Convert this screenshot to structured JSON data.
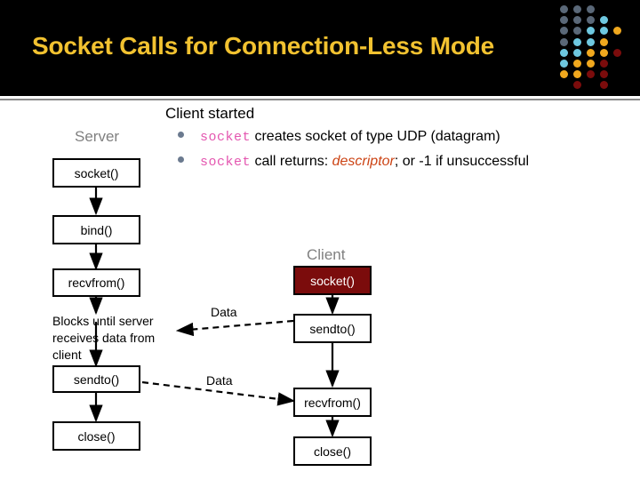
{
  "slide": {
    "title": "Socket Calls for Connection-Less Mode",
    "title_color": "#f2c230",
    "banner_color": "#000000",
    "rule_color": "#8a8a8a"
  },
  "decoration": {
    "name": "dot-grid",
    "colors": {
      "slate": "#5a6878",
      "cyan": "#6ec8e0",
      "amber": "#f0a81e",
      "maroon": "#7b0c0c"
    },
    "dots": [
      {
        "c": 0,
        "r": 0,
        "k": "slate"
      },
      {
        "c": 1,
        "r": 0,
        "k": "slate"
      },
      {
        "c": 2,
        "r": 0,
        "k": "slate"
      },
      {
        "c": 0,
        "r": 1,
        "k": "slate"
      },
      {
        "c": 1,
        "r": 1,
        "k": "slate"
      },
      {
        "c": 2,
        "r": 1,
        "k": "slate"
      },
      {
        "c": 3,
        "r": 1,
        "k": "cyan"
      },
      {
        "c": 0,
        "r": 2,
        "k": "slate"
      },
      {
        "c": 1,
        "r": 2,
        "k": "slate"
      },
      {
        "c": 2,
        "r": 2,
        "k": "cyan"
      },
      {
        "c": 3,
        "r": 2,
        "k": "cyan"
      },
      {
        "c": 4,
        "r": 2,
        "k": "amber"
      },
      {
        "c": 0,
        "r": 3,
        "k": "slate"
      },
      {
        "c": 1,
        "r": 3,
        "k": "cyan"
      },
      {
        "c": 2,
        "r": 3,
        "k": "cyan"
      },
      {
        "c": 3,
        "r": 3,
        "k": "amber"
      },
      {
        "c": 0,
        "r": 4,
        "k": "cyan"
      },
      {
        "c": 1,
        "r": 4,
        "k": "cyan"
      },
      {
        "c": 2,
        "r": 4,
        "k": "amber"
      },
      {
        "c": 3,
        "r": 4,
        "k": "amber"
      },
      {
        "c": 4,
        "r": 4,
        "k": "maroon"
      },
      {
        "c": 0,
        "r": 5,
        "k": "cyan"
      },
      {
        "c": 1,
        "r": 5,
        "k": "amber"
      },
      {
        "c": 2,
        "r": 5,
        "k": "amber"
      },
      {
        "c": 3,
        "r": 5,
        "k": "maroon"
      },
      {
        "c": 0,
        "r": 6,
        "k": "amber"
      },
      {
        "c": 1,
        "r": 6,
        "k": "amber"
      },
      {
        "c": 2,
        "r": 6,
        "k": "maroon"
      },
      {
        "c": 3,
        "r": 6,
        "k": "maroon"
      },
      {
        "c": 1,
        "r": 7,
        "k": "maroon"
      },
      {
        "c": 3,
        "r": 7,
        "k": "maroon"
      }
    ]
  },
  "notes": {
    "heading": "Client started",
    "bullets": [
      {
        "keyword": "socket",
        "rest_before": "creates socket of type UDP (datagram)"
      },
      {
        "keyword": "socket",
        "rest_before": "call returns: ",
        "emphasis": "descriptor",
        "rest_after": ";  or -1 if unsuccessful"
      }
    ]
  },
  "diagram": {
    "server": {
      "label": "Server",
      "nodes": [
        {
          "id": "server-socket",
          "label": "socket()",
          "style": "plain"
        },
        {
          "id": "server-bind",
          "label": "bind()",
          "style": "plain"
        },
        {
          "id": "server-recvfrom",
          "label": "recvfrom()",
          "style": "plain"
        },
        {
          "id": "server-sendto",
          "label": "sendto()",
          "style": "plain"
        },
        {
          "id": "server-close",
          "label": "close()",
          "style": "plain"
        }
      ],
      "note": "Blocks until server receives data from client"
    },
    "client": {
      "label": "Client",
      "nodes": [
        {
          "id": "client-socket",
          "label": "socket()",
          "style": "dark"
        },
        {
          "id": "client-sendto",
          "label": "sendto()",
          "style": "plain"
        },
        {
          "id": "client-recvfrom",
          "label": "recvfrom()",
          "style": "plain"
        },
        {
          "id": "client-close",
          "label": "close()",
          "style": "plain"
        }
      ]
    },
    "flows": [
      {
        "id": "flow-client-to-server",
        "label": "Data",
        "direction": "client-to-server"
      },
      {
        "id": "flow-server-to-client",
        "label": "Data",
        "direction": "server-to-client"
      }
    ],
    "colors": {
      "box_border": "#000000",
      "box_fill": "#ffffff",
      "dark_box_fill": "#7b0c0c",
      "label_gray": "#808080"
    }
  }
}
